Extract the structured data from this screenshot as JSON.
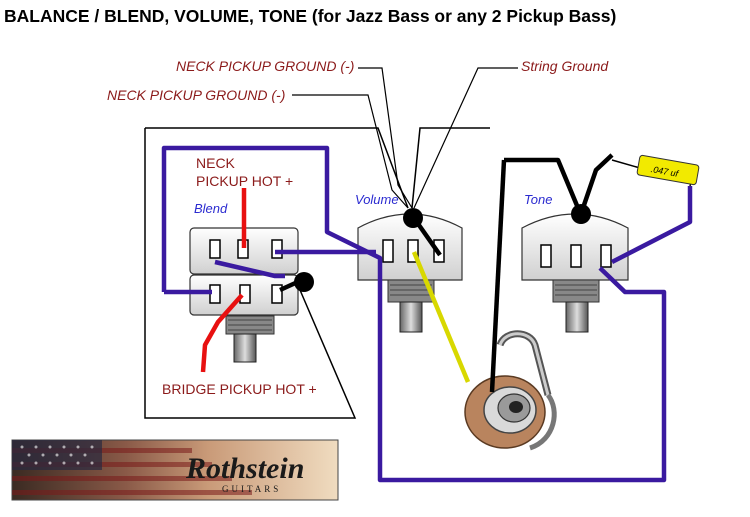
{
  "title": "BALANCE / BLEND, VOLUME, TONE (for Jazz Bass or any 2 Pickup Bass)",
  "labels": {
    "neck_ground_1": "NECK PICKUP GROUND (-)",
    "neck_ground_2": "NECK PICKUP GROUND (-)",
    "string_ground": "String Ground",
    "neck_hot_line1": "NECK",
    "neck_hot_line2": "PICKUP HOT +",
    "bridge_hot": "BRIDGE PICKUP HOT +",
    "blend": "Blend",
    "volume": "Volume",
    "tone": "Tone",
    "capacitor": ".047 uf"
  },
  "logo": {
    "name": "Rothstein",
    "sub": "GUITARS"
  },
  "colors": {
    "label_red": "#8b1a1a",
    "pot_label_blue": "#2b2bd0",
    "wire_blue": "#3a1aa0",
    "wire_red": "#e81010",
    "wire_black": "#000000",
    "wire_yellow": "#d8d800",
    "capacitor": "#f2ea00"
  }
}
